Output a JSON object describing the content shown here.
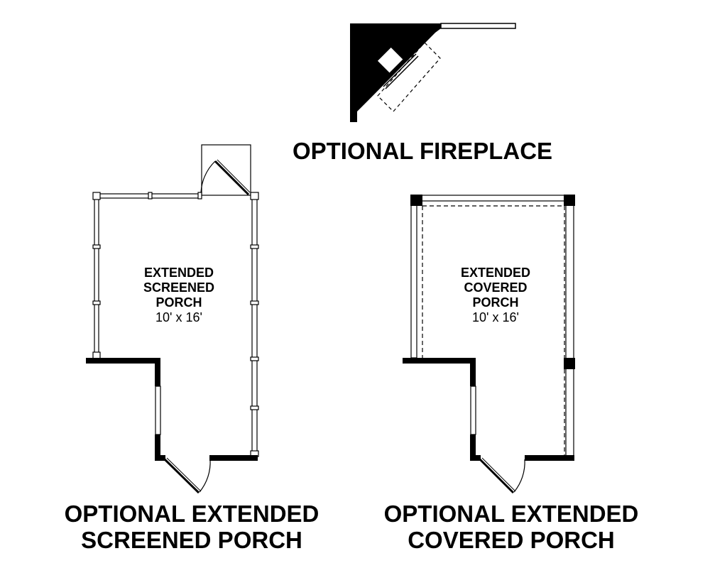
{
  "fireplace": {
    "title": "OPTIONAL FIREPLACE"
  },
  "screened_porch": {
    "room_name_line1": "EXTENDED",
    "room_name_line2": "SCREENED",
    "room_name_line3": "PORCH",
    "dimensions": "10' x 16'",
    "title_line1": "OPTIONAL EXTENDED",
    "title_line2": "SCREENED PORCH"
  },
  "covered_porch": {
    "room_name_line1": "EXTENDED",
    "room_name_line2": "COVERED",
    "room_name_line3": "PORCH",
    "dimensions": "10' x 16'",
    "title_line1": "OPTIONAL EXTENDED",
    "title_line2": "COVERED PORCH"
  }
}
